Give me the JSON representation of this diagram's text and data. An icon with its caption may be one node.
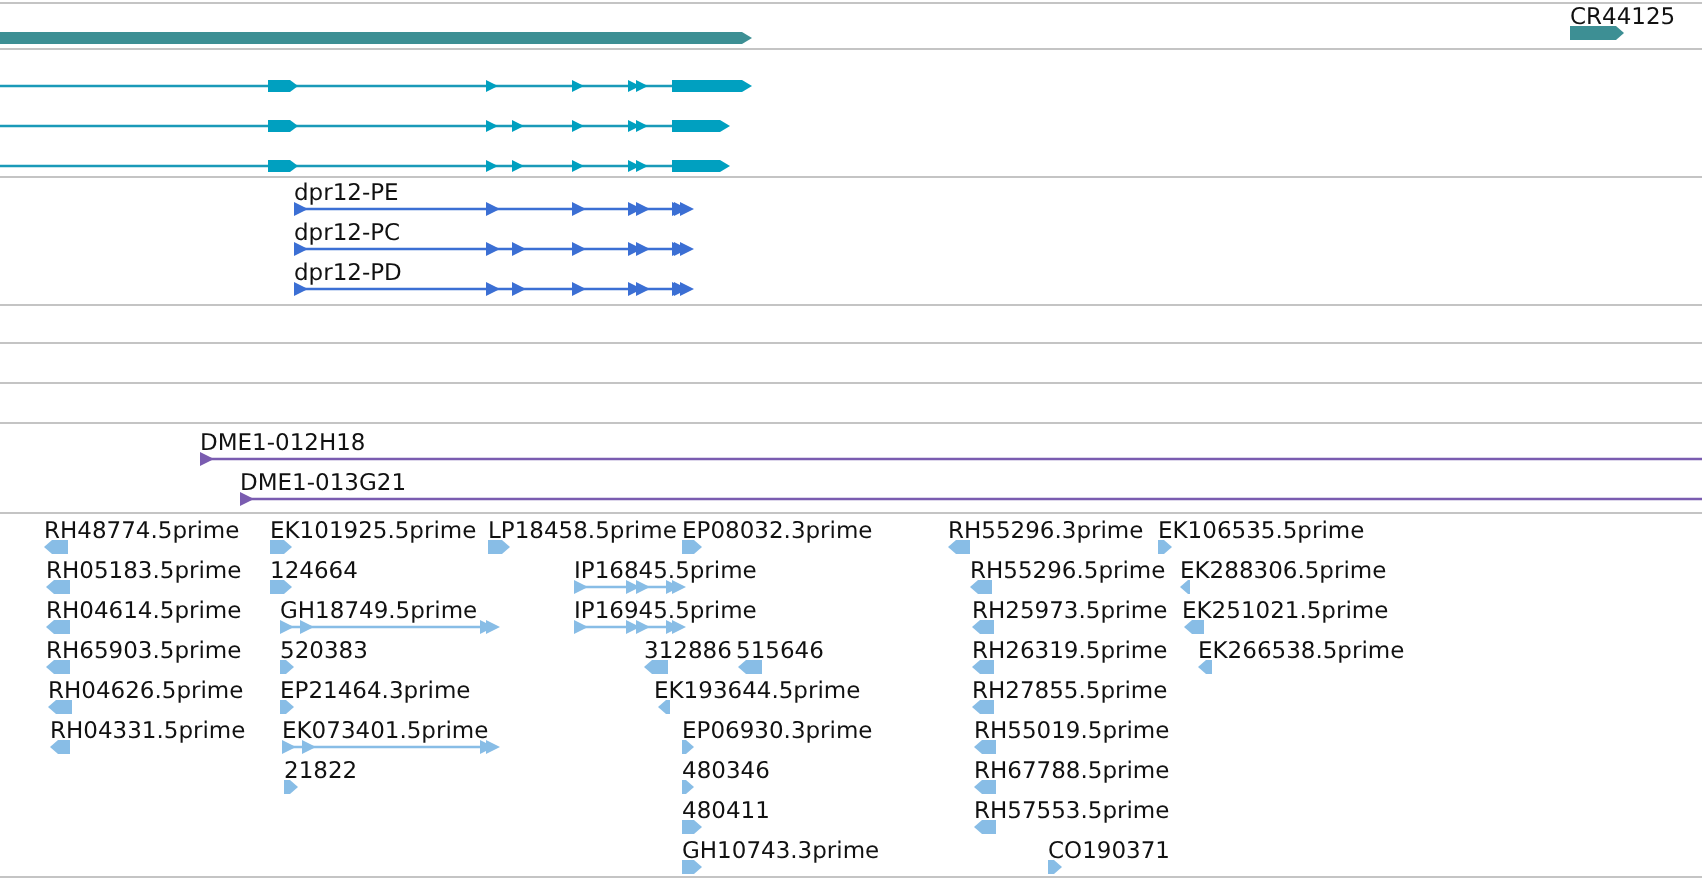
{
  "diagram": {
    "nodes": [
      {
        "text": [
          "CR44125"
        ]
      },
      {
        "text": [
          "dpr12-PE"
        ]
      },
      {
        "text": [
          "dpr12-PC"
        ]
      },
      {
        "text": [
          "dpr12-PD"
        ]
      },
      {
        "text": [
          "DME1-012H18"
        ]
      },
      {
        "text": [
          "DME1-013G21"
        ]
      },
      {
        "text": [
          "RH48774.5prime"
        ]
      },
      {
        "text": [
          "RH05183.5prime"
        ]
      },
      {
        "text": [
          "RH04614.5prime"
        ]
      },
      {
        "text": [
          "RH65903.5prime"
        ]
      },
      {
        "text": [
          "RH04626.5prime"
        ]
      },
      {
        "text": [
          "RH04331.5prime"
        ]
      },
      {
        "text": [
          "EK101925.5prime"
        ]
      },
      {
        "text": [
          "124664"
        ]
      },
      {
        "text": [
          "GH18749.5prime"
        ]
      },
      {
        "text": [
          "520383"
        ]
      },
      {
        "text": [
          "EP21464.3prime"
        ]
      },
      {
        "text": [
          "EK073401.5prime"
        ]
      },
      {
        "text": [
          "21822"
        ]
      },
      {
        "text": [
          "LP18458.5prime"
        ]
      },
      {
        "text": [
          "EP08032.3prime"
        ]
      },
      {
        "text": [
          "IP16845.5prime"
        ]
      },
      {
        "text": [
          "IP16945.5prime"
        ]
      },
      {
        "text": [
          "312886"
        ]
      },
      {
        "text": [
          "515646"
        ]
      },
      {
        "text": [
          "EK193644.5prime"
        ]
      },
      {
        "text": [
          "EP06930.3prime"
        ]
      },
      {
        "text": [
          "480346"
        ]
      },
      {
        "text": [
          "480411"
        ]
      },
      {
        "text": [
          "GH10743.3prime"
        ]
      },
      {
        "text": [
          "RH55296.3prime"
        ]
      },
      {
        "text": [
          "EK106535.5prime"
        ]
      },
      {
        "text": [
          "RH55296.5prime"
        ]
      },
      {
        "text": [
          "EK288306.5prime"
        ]
      },
      {
        "text": [
          "RH25973.5prime"
        ]
      },
      {
        "text": [
          "EK251021.5prime"
        ]
      },
      {
        "text": [
          "RH26319.5prime"
        ]
      },
      {
        "text": [
          "EK266538.5prime"
        ]
      },
      {
        "text": [
          "RH27855.5prime"
        ]
      },
      {
        "text": [
          "RH55019.5prime"
        ]
      },
      {
        "text": [
          "RH67788.5prime"
        ]
      },
      {
        "text": [
          "RH57553.5prime"
        ]
      },
      {
        "text": [
          "CO190371"
        ]
      }
    ]
  }
}
